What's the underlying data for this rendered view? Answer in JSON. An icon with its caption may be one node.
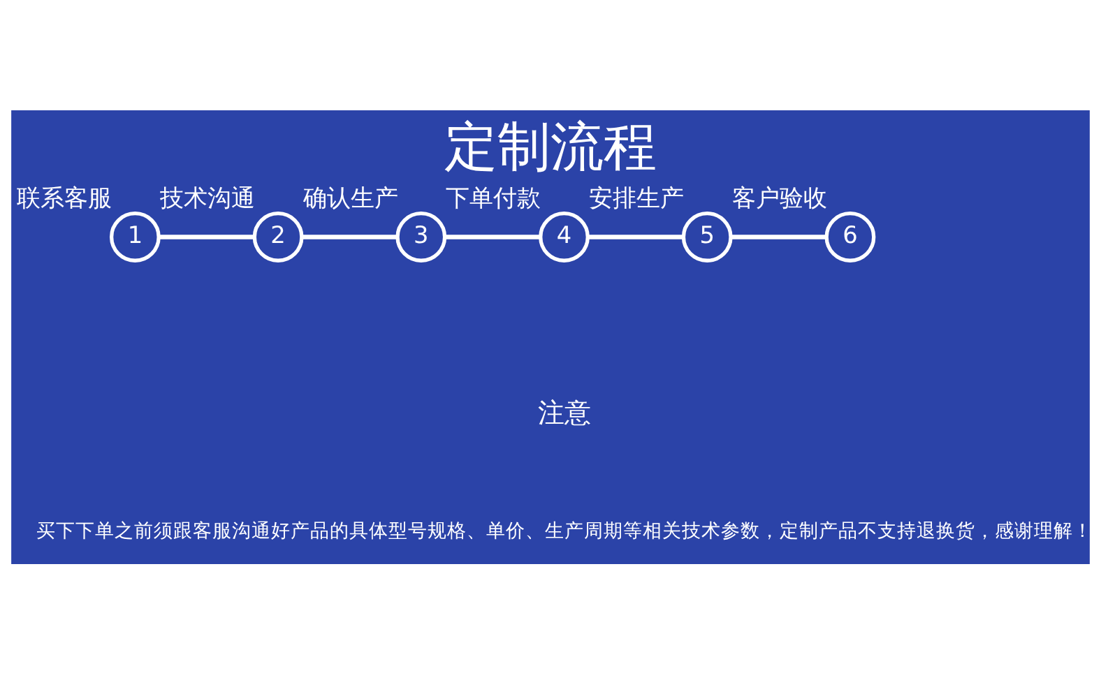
{
  "diagram": {
    "title": "定制流程",
    "nodes": [
      {
        "text": [
          "1"
        ],
        "beside": [
          "联系客服"
        ]
      },
      {
        "text": [
          "2"
        ],
        "beside": [
          "技术沟通"
        ]
      },
      {
        "text": [
          "3"
        ],
        "beside": [
          "确认生产"
        ]
      },
      {
        "text": [
          "4"
        ],
        "beside": [
          "下单付款"
        ]
      },
      {
        "text": [
          "5"
        ],
        "beside": [
          "安排生产"
        ]
      },
      {
        "text": [
          "6"
        ],
        "beside": [
          "客户验收"
        ]
      }
    ],
    "edges": [
      {
        "from": 0,
        "to": 1,
        "arrow": "none"
      },
      {
        "from": 1,
        "to": 2,
        "arrow": "none"
      },
      {
        "from": 2,
        "to": 3,
        "arrow": "none"
      },
      {
        "from": 3,
        "to": 4,
        "arrow": "none"
      },
      {
        "from": 4,
        "to": 5,
        "arrow": "none"
      }
    ],
    "labels": [
      "注意",
      "买下下单之前须跟客服沟通好产品的具体型号规格、单价、生产周期等相关技术参数，定制产品不支持退换货，感谢理解！"
    ]
  }
}
